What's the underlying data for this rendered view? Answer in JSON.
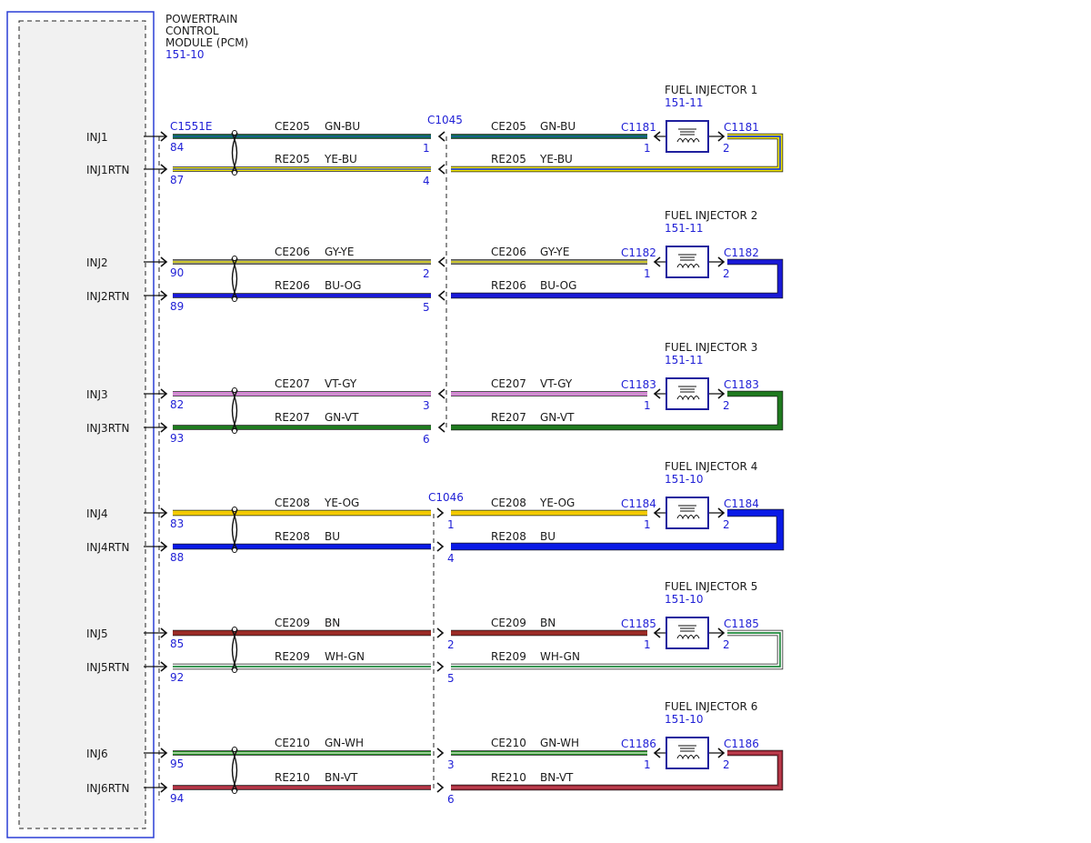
{
  "module": {
    "title_lines": [
      "POWERTRAIN",
      "CONTROL",
      "MODULE (PCM)"
    ],
    "ref": "151-10",
    "connector": "C1551E"
  },
  "inline_connectors": [
    {
      "id": "c1045",
      "label": "C1045"
    },
    {
      "id": "c1046",
      "label": "C1046"
    }
  ],
  "colors": {
    "GN-BU": [
      "#0d6b3b",
      "#1f58b8"
    ],
    "YE-BU": [
      "#f2e600",
      "#1f3fd6"
    ],
    "GY-YE": [
      "#8a8a7a",
      "#f2e600"
    ],
    "BU-OG": [
      "#1a1ad6",
      "#1a1ad6"
    ],
    "VT-GY": [
      "#e07be0",
      "#b9a8b9"
    ],
    "GN-VT": [
      "#1f7a1f",
      "#1f7a1f"
    ],
    "YE-OG": [
      "#f5d800",
      "#f5c000"
    ],
    "BU": [
      "#0a1ae6",
      "#0a1ae6"
    ],
    "BN": [
      "#9b2b26",
      "#9b2b26"
    ],
    "WH-GN": [
      "#f8f8f8",
      "#1f8a3c"
    ],
    "GN-WH": [
      "#1f8a1f",
      "#e8f5e0"
    ],
    "BN-VT": [
      "#a02a3a",
      "#c04050"
    ]
  },
  "injectors": [
    {
      "title": "FUEL INJECTOR 1",
      "ref": "151-11",
      "connector": "C1181",
      "sig": {
        "pin": "INJ1",
        "pcm_pin": "84",
        "circuit": "CE205",
        "color": "GN-BU",
        "inline_pin": "1"
      },
      "rtn": {
        "pin": "INJ1RTN",
        "pcm_pin": "87",
        "circuit": "RE205",
        "color": "YE-BU",
        "inline_pin": "4"
      },
      "inj_pins": [
        "1",
        "2"
      ]
    },
    {
      "title": "FUEL INJECTOR 2",
      "ref": "151-11",
      "connector": "C1182",
      "sig": {
        "pin": "INJ2",
        "pcm_pin": "90",
        "circuit": "CE206",
        "color": "GY-YE",
        "inline_pin": "2"
      },
      "rtn": {
        "pin": "INJ2RTN",
        "pcm_pin": "89",
        "circuit": "RE206",
        "color": "BU-OG",
        "inline_pin": "5"
      },
      "inj_pins": [
        "1",
        "2"
      ]
    },
    {
      "title": "FUEL INJECTOR 3",
      "ref": "151-11",
      "connector": "C1183",
      "sig": {
        "pin": "INJ3",
        "pcm_pin": "82",
        "circuit": "CE207",
        "color": "VT-GY",
        "inline_pin": "3"
      },
      "rtn": {
        "pin": "INJ3RTN",
        "pcm_pin": "93",
        "circuit": "RE207",
        "color": "GN-VT",
        "inline_pin": "6"
      },
      "inj_pins": [
        "1",
        "2"
      ]
    },
    {
      "title": "FUEL INJECTOR 4",
      "ref": "151-10",
      "connector": "C1184",
      "sig": {
        "pin": "INJ4",
        "pcm_pin": "83",
        "circuit": "CE208",
        "color": "YE-OG",
        "inline_pin": "1"
      },
      "rtn": {
        "pin": "INJ4RTN",
        "pcm_pin": "88",
        "circuit": "RE208",
        "color": "BU",
        "inline_pin": "4"
      },
      "inj_pins": [
        "1",
        "2"
      ]
    },
    {
      "title": "FUEL INJECTOR 5",
      "ref": "151-10",
      "connector": "C1185",
      "sig": {
        "pin": "INJ5",
        "pcm_pin": "85",
        "circuit": "CE209",
        "color": "BN",
        "inline_pin": "2"
      },
      "rtn": {
        "pin": "INJ5RTN",
        "pcm_pin": "92",
        "circuit": "RE209",
        "color": "WH-GN",
        "inline_pin": "5"
      },
      "inj_pins": [
        "1",
        "2"
      ]
    },
    {
      "title": "FUEL INJECTOR 6",
      "ref": "151-10",
      "connector": "C1186",
      "sig": {
        "pin": "INJ6",
        "pcm_pin": "95",
        "circuit": "CE210",
        "color": "GN-WH",
        "inline_pin": "3"
      },
      "rtn": {
        "pin": "INJ6RTN",
        "pcm_pin": "94",
        "circuit": "RE210",
        "color": "BN-VT",
        "inline_pin": "6"
      },
      "inj_pins": [
        "1",
        "2"
      ]
    }
  ]
}
